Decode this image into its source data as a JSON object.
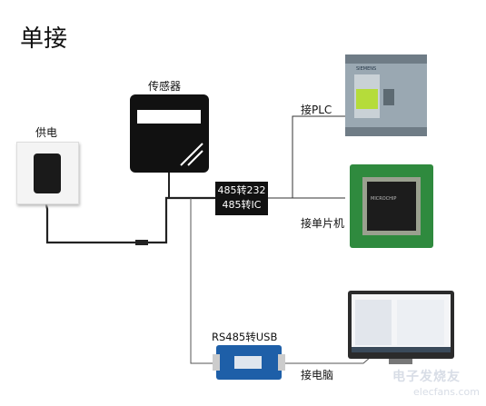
{
  "title": "单接",
  "labels": {
    "power": "供电",
    "sensor": "传感器",
    "plc": "接PLC",
    "mcu": "接单片机",
    "computer": "接电脑"
  },
  "converter": {
    "line1": "485转232",
    "line2": "485转IC"
  },
  "usb_converter": {
    "label": "RS485转USB"
  },
  "devices": {
    "plc_brand": "SIEMENS",
    "chip_brand": "MICROCHIP"
  },
  "watermark": {
    "line1": "电子发烧友",
    "line2": "elecfans.com"
  }
}
